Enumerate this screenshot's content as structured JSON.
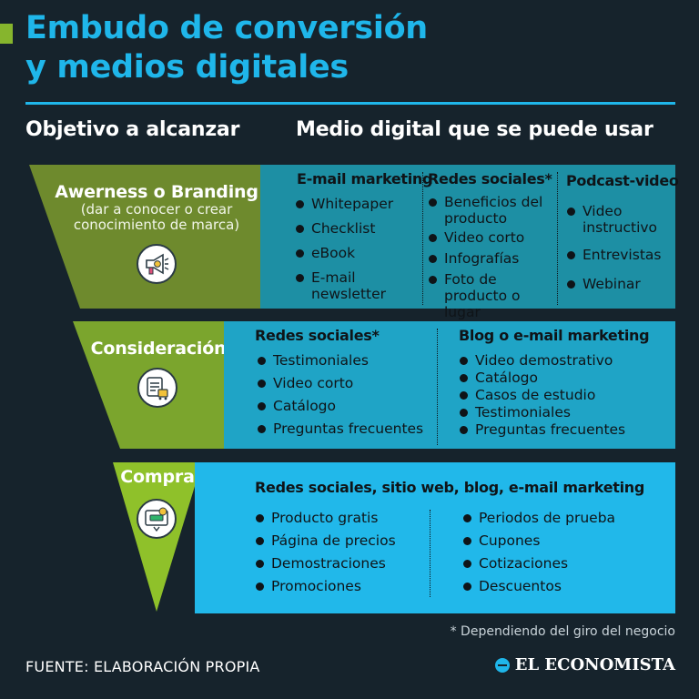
{
  "title": {
    "line1": "Embudo de conversión",
    "line2": "y medios digitales"
  },
  "columns": {
    "left": "Objetivo a alcanzar",
    "right": "Medio digital que se puede usar"
  },
  "colors": {
    "accent_green": "#86b52d",
    "title_blue": "#1fb6ea",
    "funnel_top": "#6e8a2d",
    "funnel_mid": "#7ba52d",
    "funnel_bottom": "#8fc12a",
    "box_top": "#1d8fa4",
    "box_mid": "#1fa4c6",
    "box_bottom": "#21b8ea"
  },
  "stages": [
    {
      "name": "Awerness o Branding",
      "sub_line1": "(dar a conocer o crear",
      "sub_line2": "conocimiento de marca)",
      "icon": "megaphone-icon",
      "columns": [
        {
          "title": "E-mail marketing",
          "items": [
            "Whitepaper",
            "Checklist",
            "eBook",
            "E-mail newsletter"
          ]
        },
        {
          "title": "Redes sociales*",
          "items": [
            "Beneficios del producto",
            "Video corto",
            "Infografías",
            "Foto de producto o lugar"
          ]
        },
        {
          "title": "Podcast-video",
          "items": [
            "Video instructivo",
            "Entrevistas",
            "Webinar"
          ]
        }
      ]
    },
    {
      "name": "Consideración",
      "icon": "checklist-cart-icon",
      "columns": [
        {
          "title": "Redes sociales*",
          "items": [
            "Testimoniales",
            "Video corto",
            "Catálogo",
            "Preguntas frecuentes"
          ]
        },
        {
          "title": "Blog o e-mail marketing",
          "items": [
            "Video demostrativo",
            "Catálogo",
            "Casos de estudio",
            "Testimoniales",
            "Preguntas frecuentes"
          ]
        }
      ]
    },
    {
      "name": "Compra",
      "icon": "payment-icon",
      "heading": "Redes sociales, sitio web, blog, e-mail marketing",
      "columns": [
        {
          "items": [
            "Producto gratis",
            "Página de precios",
            "Demostraciones",
            "Promociones"
          ]
        },
        {
          "items": [
            "Periodos de prueba",
            "Cupones",
            "Cotizaciones",
            "Descuentos"
          ]
        }
      ]
    }
  ],
  "footnote": "* Dependiendo del giro del negocio",
  "source": "FUENTE: ELABORACIÓN PROPIA",
  "brand": "EL ECONOMISTA"
}
